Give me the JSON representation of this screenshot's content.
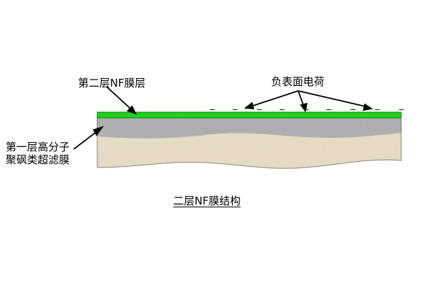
{
  "labels": {
    "nf_layer": "第二层NF膜层",
    "surface_charge": "负表面电荷",
    "psf_layer_line1": "第一层高分子",
    "psf_layer_line2": "聚砜类超滤膜",
    "caption": "二层NF膜结构"
  },
  "charge_symbol": "_",
  "colors": {
    "nf_layer": "#1ed21e",
    "nf_layer_edge": "#0a7a0a",
    "psf_layer_base": "#9a9a9a",
    "support_layer": "#e6dcc6",
    "support_edge": "#8a8474"
  }
}
